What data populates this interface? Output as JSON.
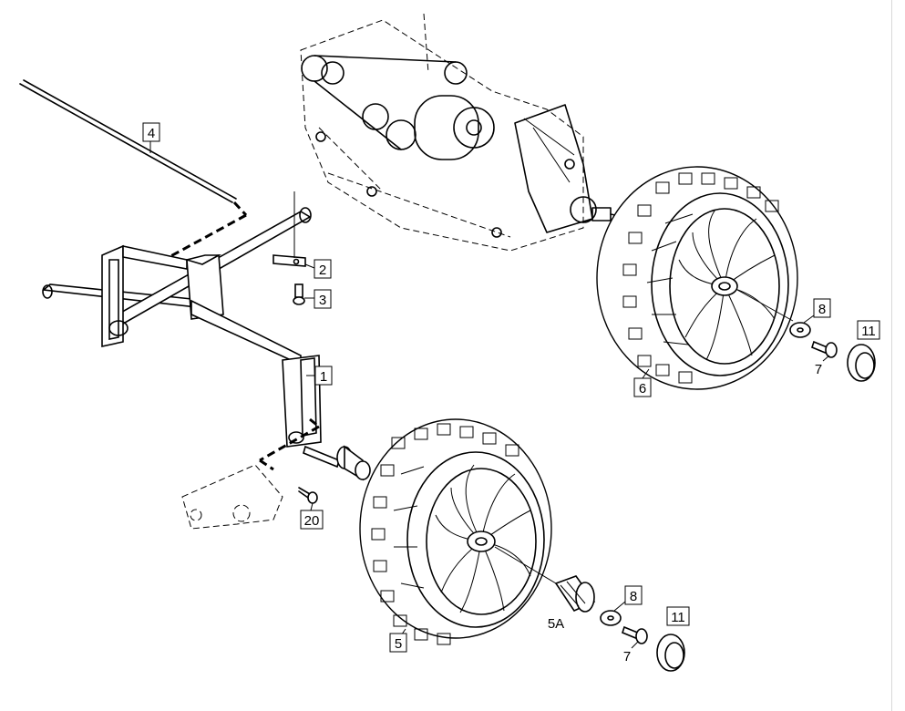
{
  "callouts": {
    "c1": "1",
    "c2": "2",
    "c3": "3",
    "c4": "4",
    "c5": "5",
    "c5a": "5A",
    "c6": "6",
    "c7_upper": "7",
    "c7_lower": "7",
    "c8_upper": "8",
    "c8_lower": "8",
    "c11_upper": "11",
    "c11_lower": "11",
    "c20": "20"
  }
}
